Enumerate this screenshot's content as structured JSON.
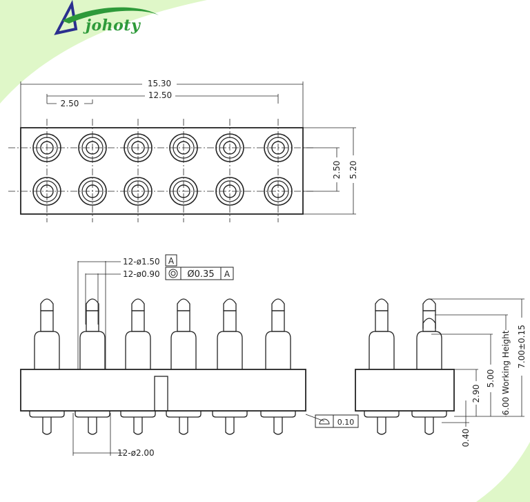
{
  "brand": {
    "name": "johoty",
    "accent": "#2e9a3a",
    "mark_color": "#2b2f8f",
    "swoosh_color": "#2e9a3a",
    "background_swoosh": "#dff7c8"
  },
  "top_view": {
    "dim_overall_width": "15.30",
    "dim_pin_span": "12.50",
    "dim_pitch_x": "2.50",
    "dim_pitch_y": "2.50",
    "dim_overall_height": "5.20"
  },
  "front_view": {
    "dim_hole_dia": "12-ø1.50",
    "datum_a": "A",
    "dim_pin_dia": "12-ø0.90",
    "position_tol": "Ø0.35",
    "position_datum": "A",
    "dim_shoulder_dia": "12-ø2.00",
    "flatness_tol": "0.10"
  },
  "side_view": {
    "dim_body": "2.90",
    "dim_working": "5.00",
    "dim_working_height": "6.00 Working Height",
    "dim_total": "7.00±0.15",
    "dim_tail": "0.40"
  }
}
